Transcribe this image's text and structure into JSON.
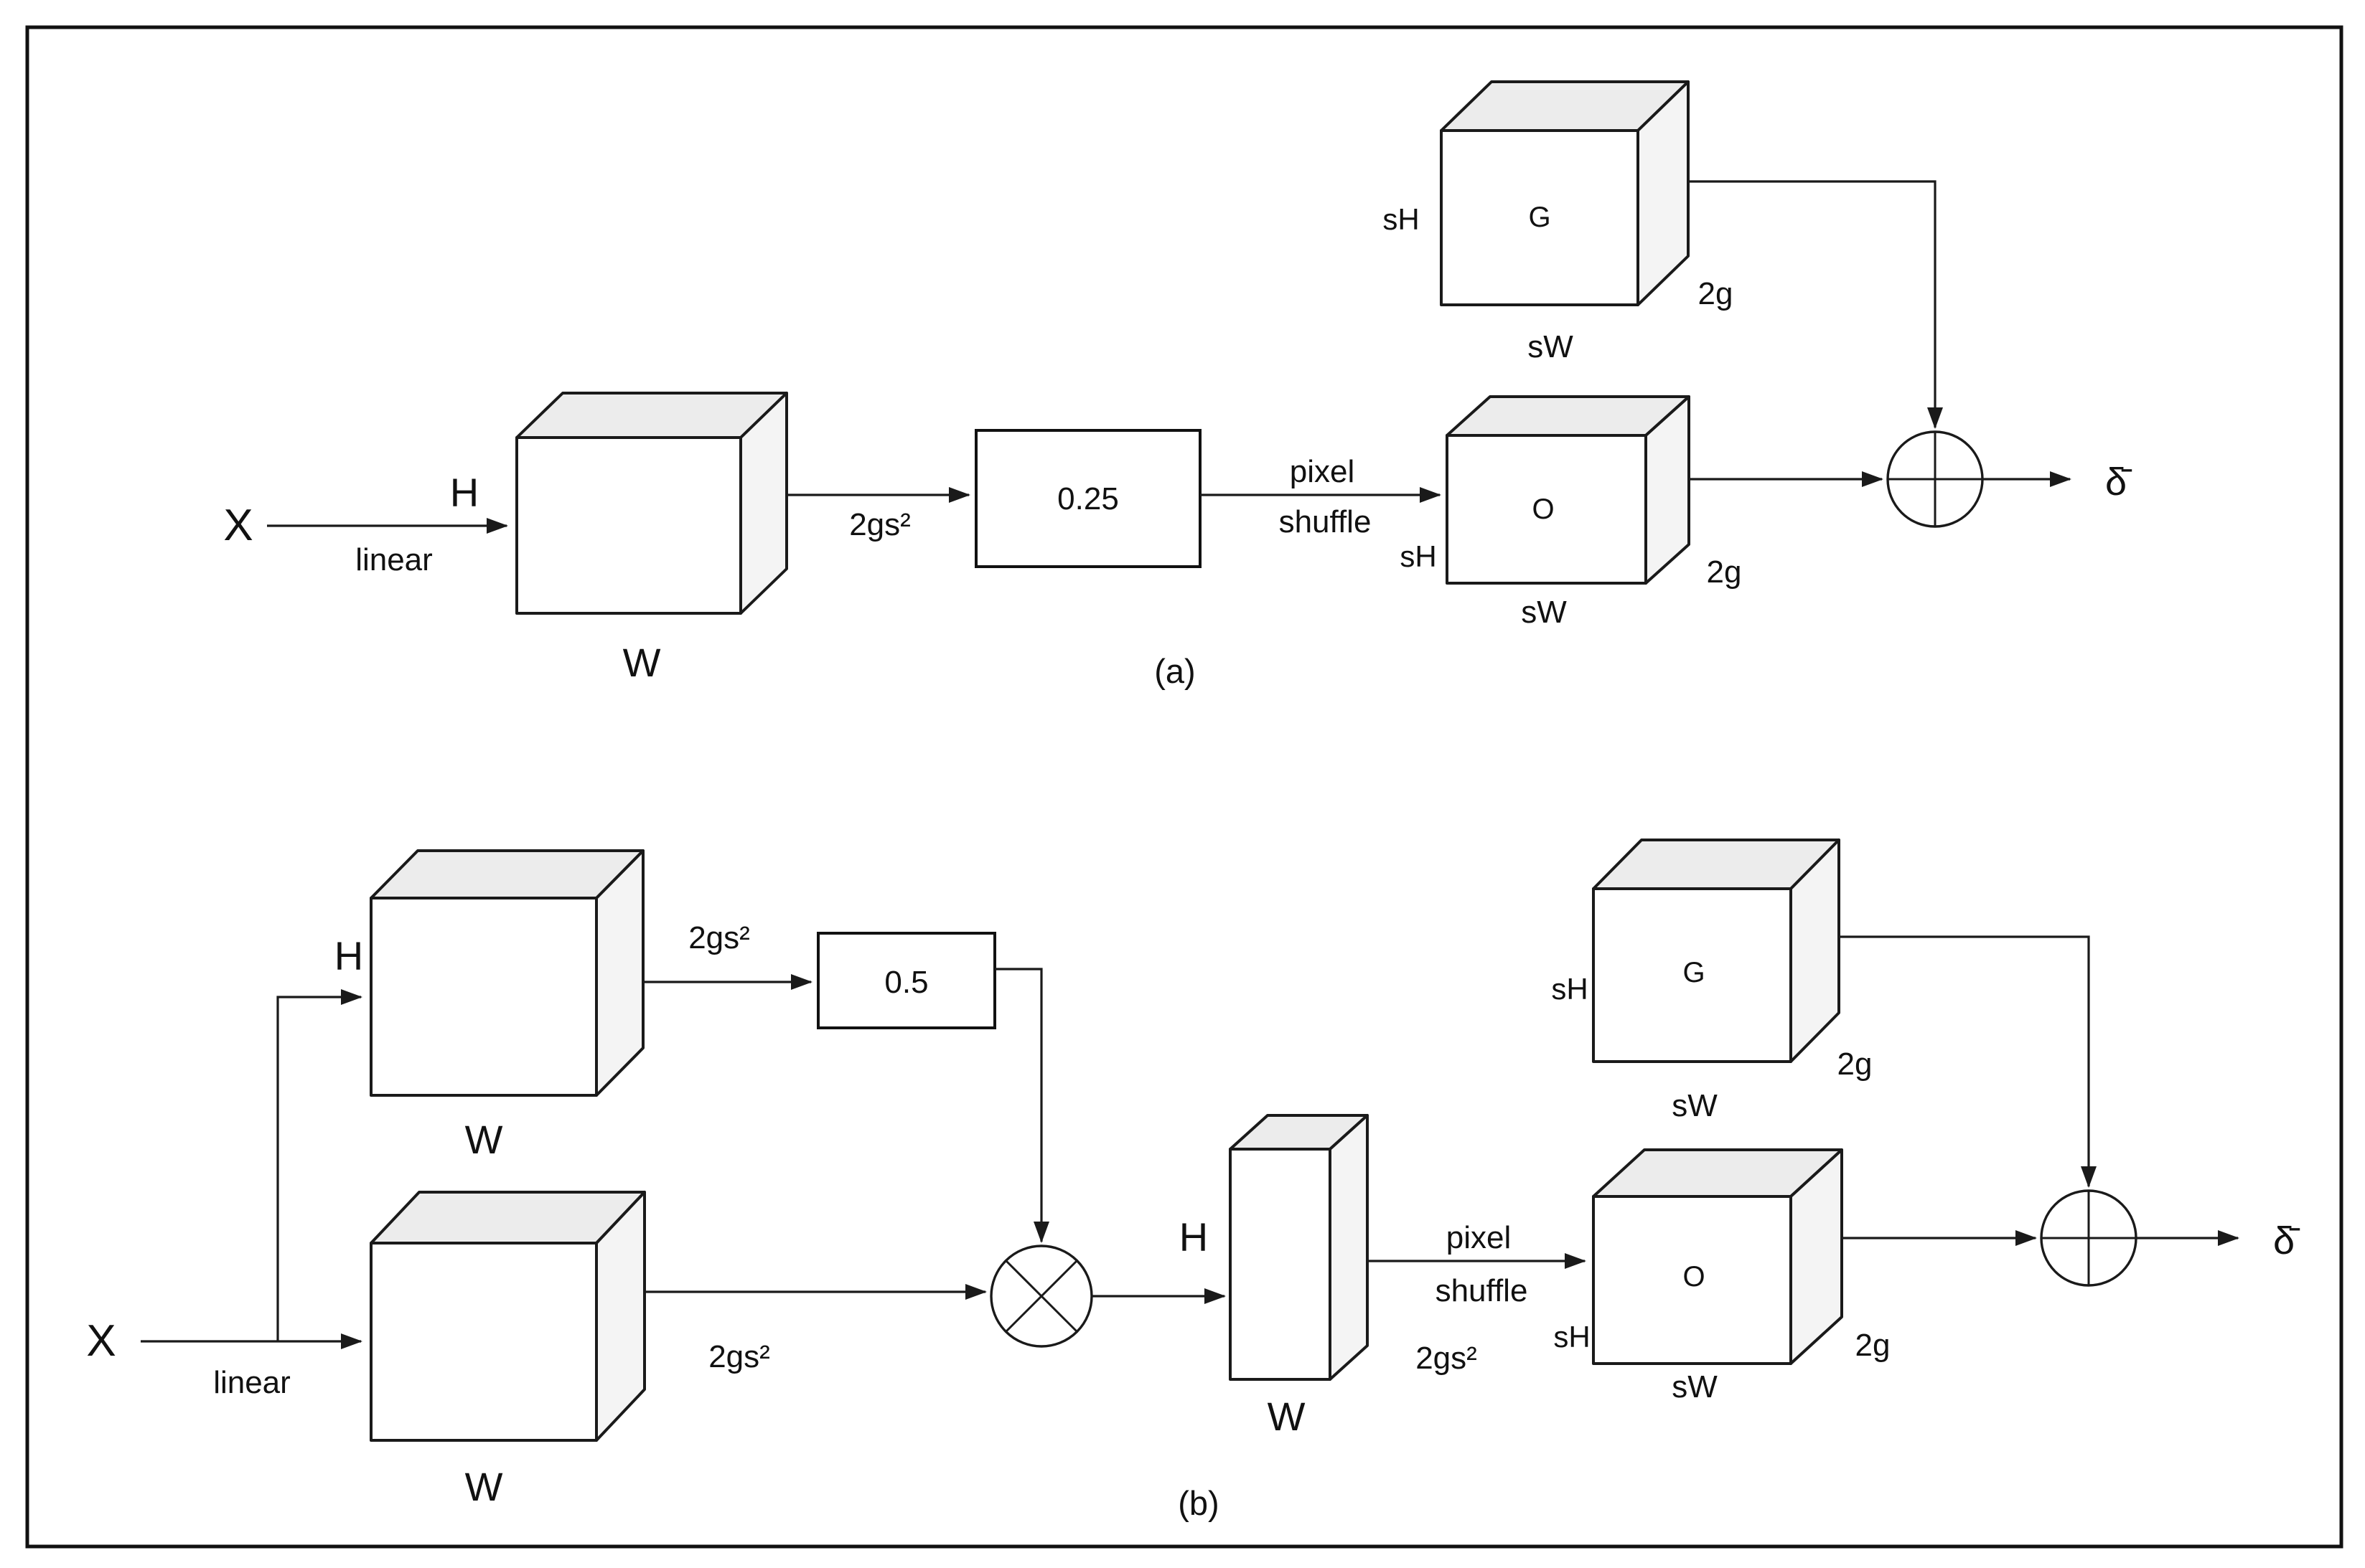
{
  "figure": {
    "caption_a": "(a)",
    "caption_b": "(b)"
  },
  "labels": {
    "input": "X",
    "output": "δ̄",
    "linear": "linear",
    "pixel": "pixel",
    "shuffle": "shuffle",
    "channels": "2gs²",
    "height": "H",
    "width": "W",
    "scaled_height": "sH",
    "scaled_width": "sW",
    "groups": "2g",
    "gate": "G",
    "offset": "O",
    "scale_a": "0.25",
    "scale_b": "0.5"
  },
  "colors": {
    "cube_top": "#ececec",
    "cube_side": "#f4f4f4",
    "stroke": "#1a1a1a",
    "background": "#ffffff"
  }
}
